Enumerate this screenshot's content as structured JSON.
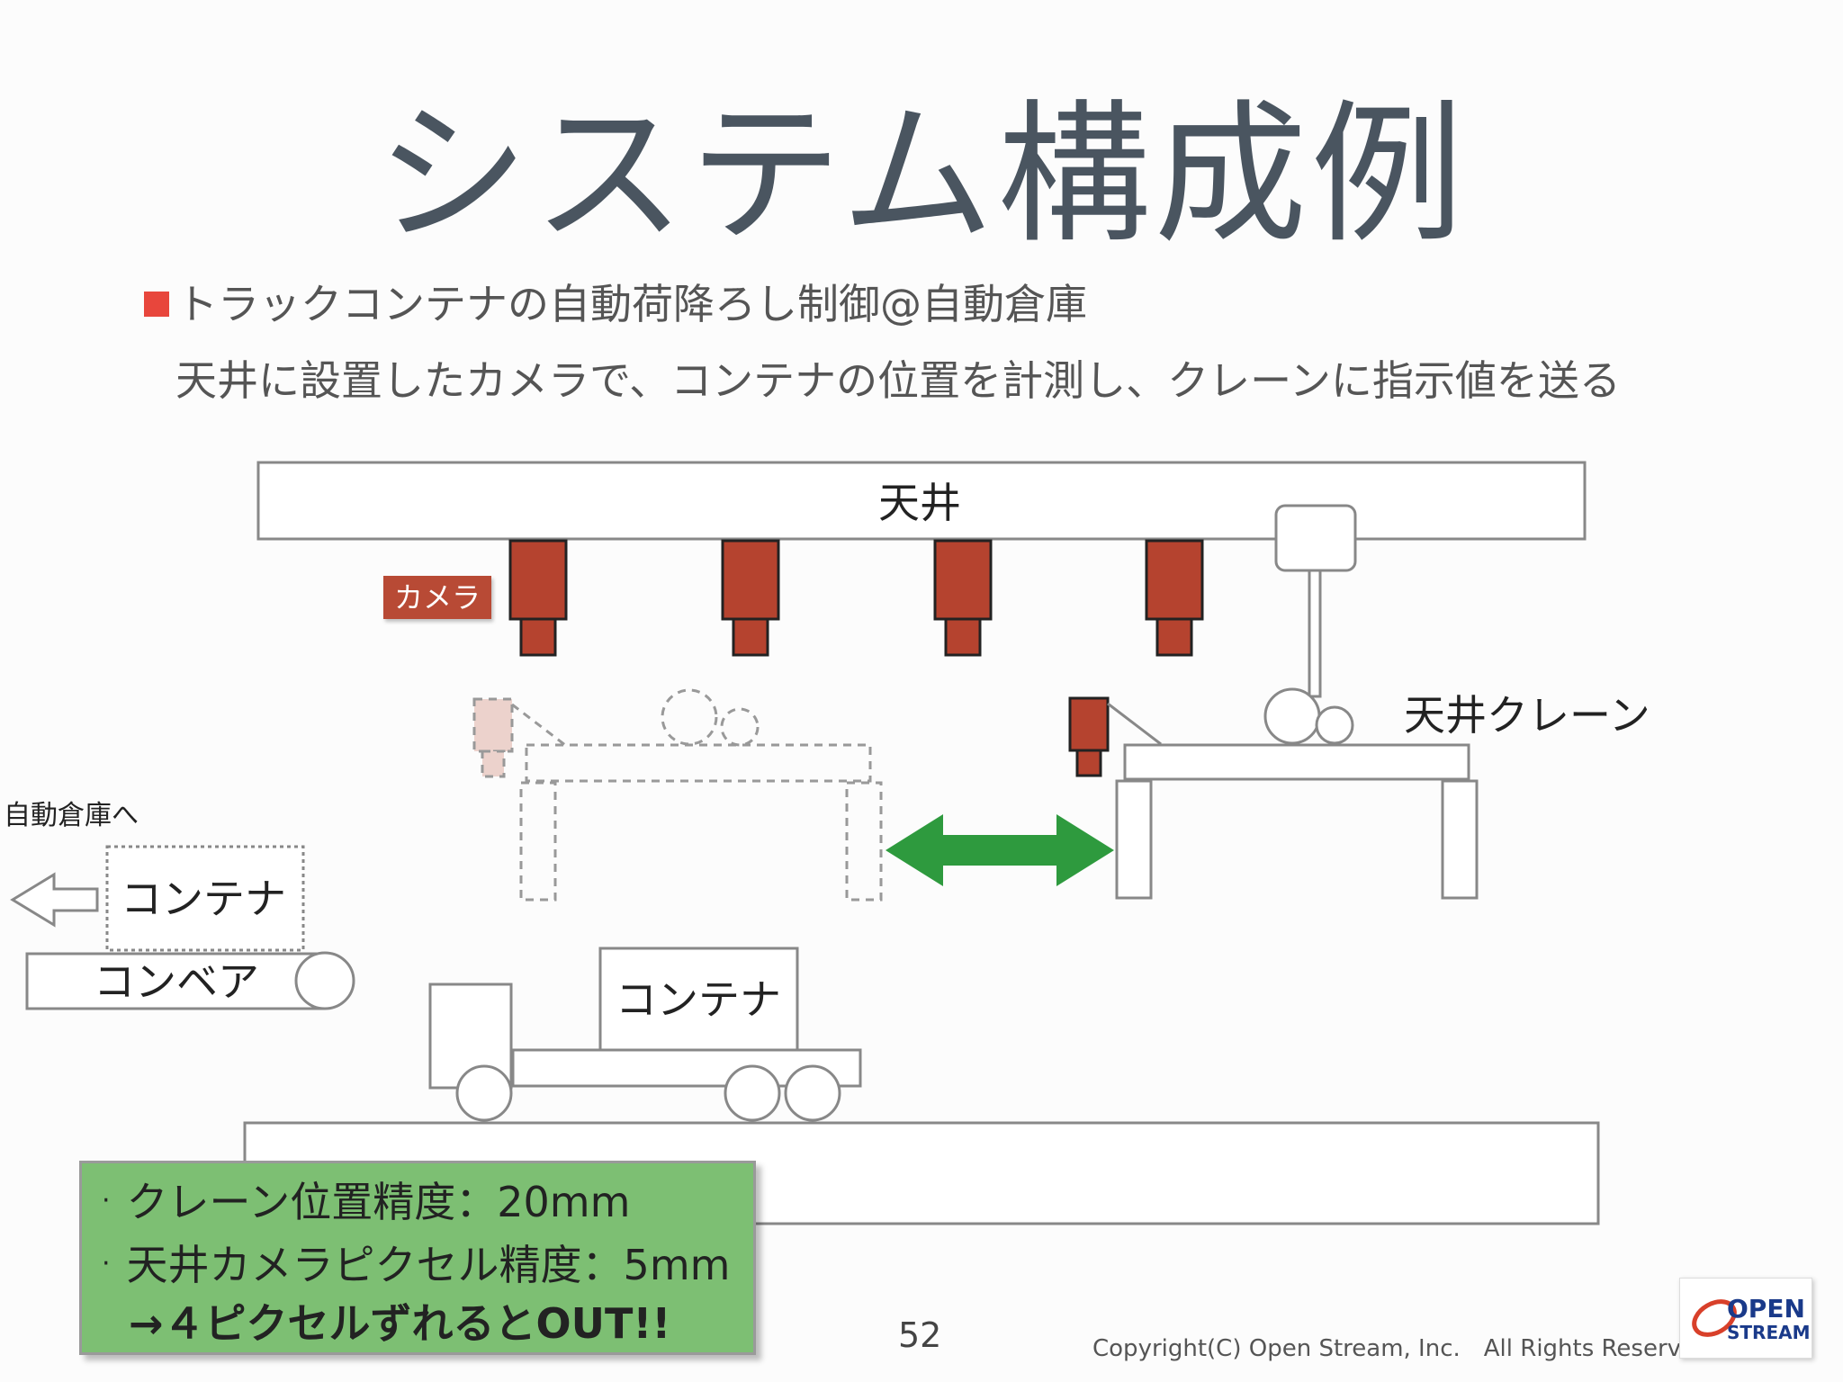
{
  "slide": {
    "title": "システム構成例",
    "bullet": "トラックコンテナの自動荷降ろし制御@自動倉庫",
    "subtext": "天井に設置したカメラで、コンテナの位置を計測し、クレーンに指示値を送る",
    "page_number": "52",
    "copyright": "Copyright(C) Open Stream, Inc.　All Rights Reserved.",
    "logo": {
      "line1": "OPEN",
      "line2": "STREAM"
    }
  },
  "diagram": {
    "ceiling_label": "天井",
    "camera_label": "カメラ",
    "crane_label": "天井クレーン",
    "warehouse_label": "自動倉庫へ",
    "container_conveyor_label": "コンテナ",
    "conveyor_label": "コンベア",
    "container_truck_label": "コンテナ"
  },
  "specs": {
    "line1": "クレーン位置精度：20mm",
    "line2": "天井カメラピクセル精度：5mm",
    "line3": "→４ピクセルずれるとOUT!!"
  },
  "colors": {
    "camera": "#b5432f",
    "arrow": "#2e9a3e",
    "specs_bg": "#7dbf73",
    "bullet": "#e8463c"
  }
}
